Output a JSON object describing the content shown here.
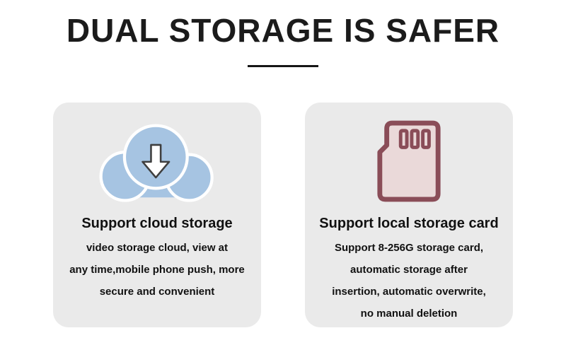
{
  "title": "DUAL STORAGE IS SAFER",
  "cloud_card": {
    "heading": "Support cloud storage",
    "lines": [
      "video storage cloud, view at",
      "any time,mobile phone push, more",
      "secure and convenient"
    ]
  },
  "local_card": {
    "heading": "Support local storage card",
    "lines": [
      "Support 8-256G storage card,",
      "automatic storage after",
      "insertion, automatic overwrite,",
      "no manual deletion"
    ]
  },
  "colors": {
    "title_color": "#1b1b1b",
    "card_bg": "#eaeaea",
    "cloud_blue": "#a6c4e2",
    "cloud_outline": "#ffffff",
    "arrow_fill": "#ffffff",
    "arrow_outline": "#3f3f3f",
    "sd_outline": "#8a4d58",
    "sd_fill": "#ead9d9"
  }
}
